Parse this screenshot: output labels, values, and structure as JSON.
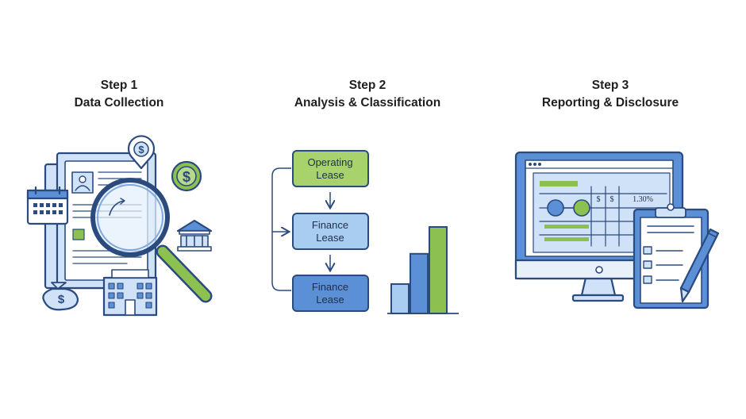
{
  "steps": [
    {
      "title": "Step 1",
      "subtitle": "Data Collection"
    },
    {
      "title": "Step 2",
      "subtitle": "Analysis & Classification"
    },
    {
      "title": "Step 3",
      "subtitle": "Reporting & Disclosure"
    }
  ],
  "step1": {
    "icons": [
      "document-icon",
      "magnifier-icon",
      "calendar-icon",
      "dollar-pin-icon",
      "dollar-coin-icon",
      "bank-icon",
      "office-building-icon",
      "money-bag-icon"
    ],
    "symbols": {
      "pin": "$",
      "coin": "$",
      "bag": "$"
    }
  },
  "step2": {
    "boxes": [
      {
        "line1": "Operating",
        "line2": "Lease",
        "fill": "#a8d26c"
      },
      {
        "line1": "Finance",
        "line2": "Lease",
        "fill": "#a9cdf0"
      },
      {
        "line1": "Finance",
        "line2": "Lease",
        "fill": "#5b8fd6"
      }
    ],
    "bar_chart": {
      "values": [
        0.34,
        0.69,
        1.0
      ],
      "colors": [
        "#a9cdf0",
        "#5b8fd6",
        "#8cc152"
      ]
    }
  },
  "step3": {
    "monitor_labels": [
      "$",
      "$",
      "1.30%"
    ],
    "icons": [
      "monitor-icon",
      "clipboard-icon",
      "pen-icon"
    ]
  },
  "colors": {
    "outline": "#2b4a7e",
    "blue_light": "#cfe2f7",
    "blue_mid": "#7ea9de",
    "blue_dark": "#5b8fd6",
    "green": "#8cc152",
    "green_light": "#b7d98a"
  }
}
